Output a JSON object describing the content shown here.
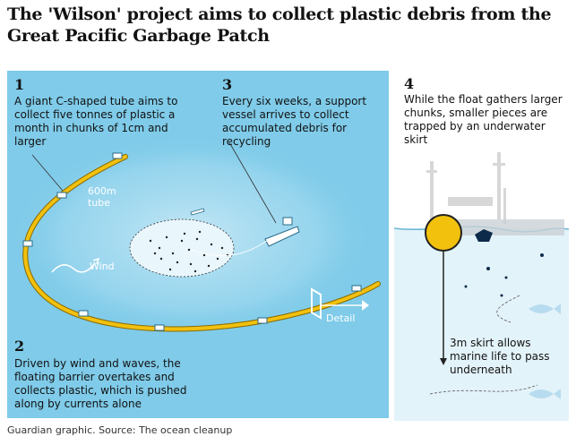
{
  "title": "The 'Wilson' project aims to collect plastic debris from the Great Pacific Garbage Patch",
  "steps": [
    {
      "num": "1",
      "text": "A giant C-shaped tube aims to collect five tonnes of plastic a month in chunks of 1cm and larger"
    },
    {
      "num": "2",
      "text": "Driven by wind and waves, the floating barrier overtakes and collects plastic, which is pushed along by currents alone"
    },
    {
      "num": "3",
      "text": "Every six weeks, a support vessel arrives to collect accumulated debris for recycling"
    },
    {
      "num": "4",
      "text": "While the float gathers larger chunks, smaller pieces are trapped by an underwater skirt"
    }
  ],
  "labels": {
    "tube": "600m tube",
    "wind": "Wind",
    "detail": "Detail",
    "skirt": "3m skirt allows marine life to pass underneath"
  },
  "source": "Guardian graphic. Source: The ocean cleanup",
  "colors": {
    "sea": "#7fcbe9",
    "barrier": "#f2c10e",
    "deep": "#cfe9f6"
  }
}
